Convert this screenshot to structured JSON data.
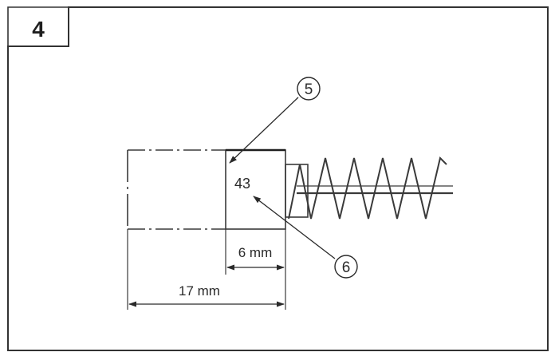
{
  "figure": {
    "step_number": "4",
    "callouts": [
      {
        "label": "5"
      },
      {
        "label": "6"
      }
    ],
    "part_marking": "43",
    "dimensions": {
      "inner": "6 mm",
      "overall": "17 mm"
    }
  }
}
